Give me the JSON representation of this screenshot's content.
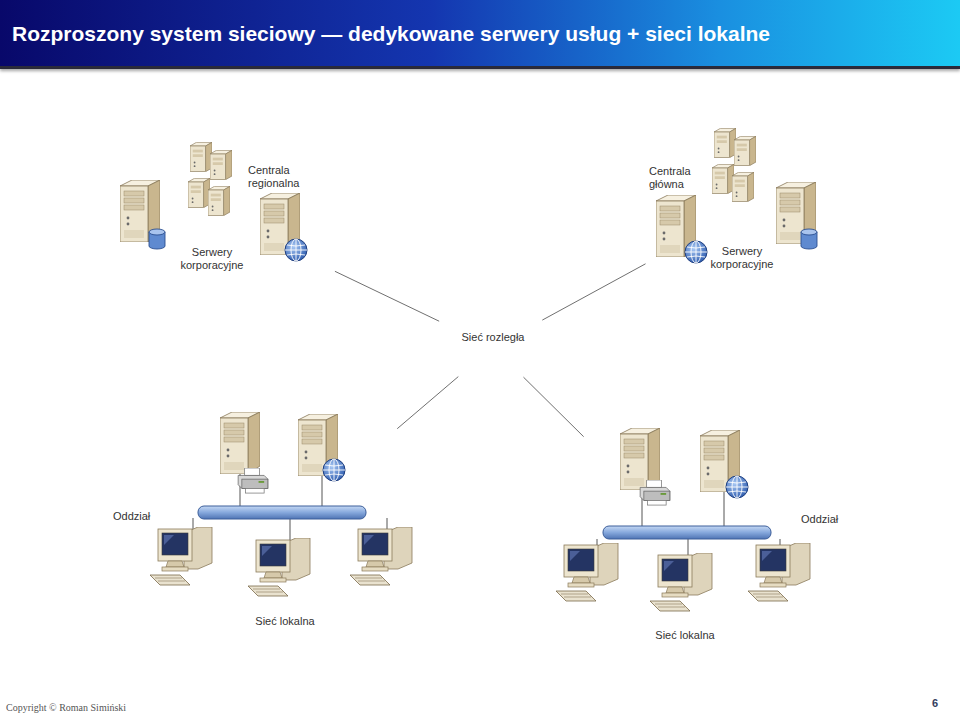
{
  "diagram": {
    "title": "Rozproszony system sieciowy — dedykowane serwery usług + sieci lokalne",
    "nodes": [
      {
        "text": [
          "Centrala regionalna",
          "Serwery korporacyjne"
        ]
      },
      {
        "text": [
          "Centrala główna",
          "Serwery korporacyjne"
        ]
      },
      {
        "text": [
          "Sieć rozległa"
        ]
      },
      {
        "text": [
          "Oddział",
          "Sieć lokalna"
        ]
      },
      {
        "text": [
          "Oddział",
          "Sieć lokalna"
        ]
      }
    ],
    "edges": [
      {
        "from": 0,
        "to": 2,
        "arrow": "none"
      },
      {
        "from": 1,
        "to": 2,
        "arrow": "none"
      },
      {
        "from": 3,
        "to": 2,
        "arrow": "none"
      },
      {
        "from": 4,
        "to": 2,
        "arrow": "none"
      }
    ],
    "labels": [
      "Copyright © Roman Simiński",
      "6"
    ]
  }
}
